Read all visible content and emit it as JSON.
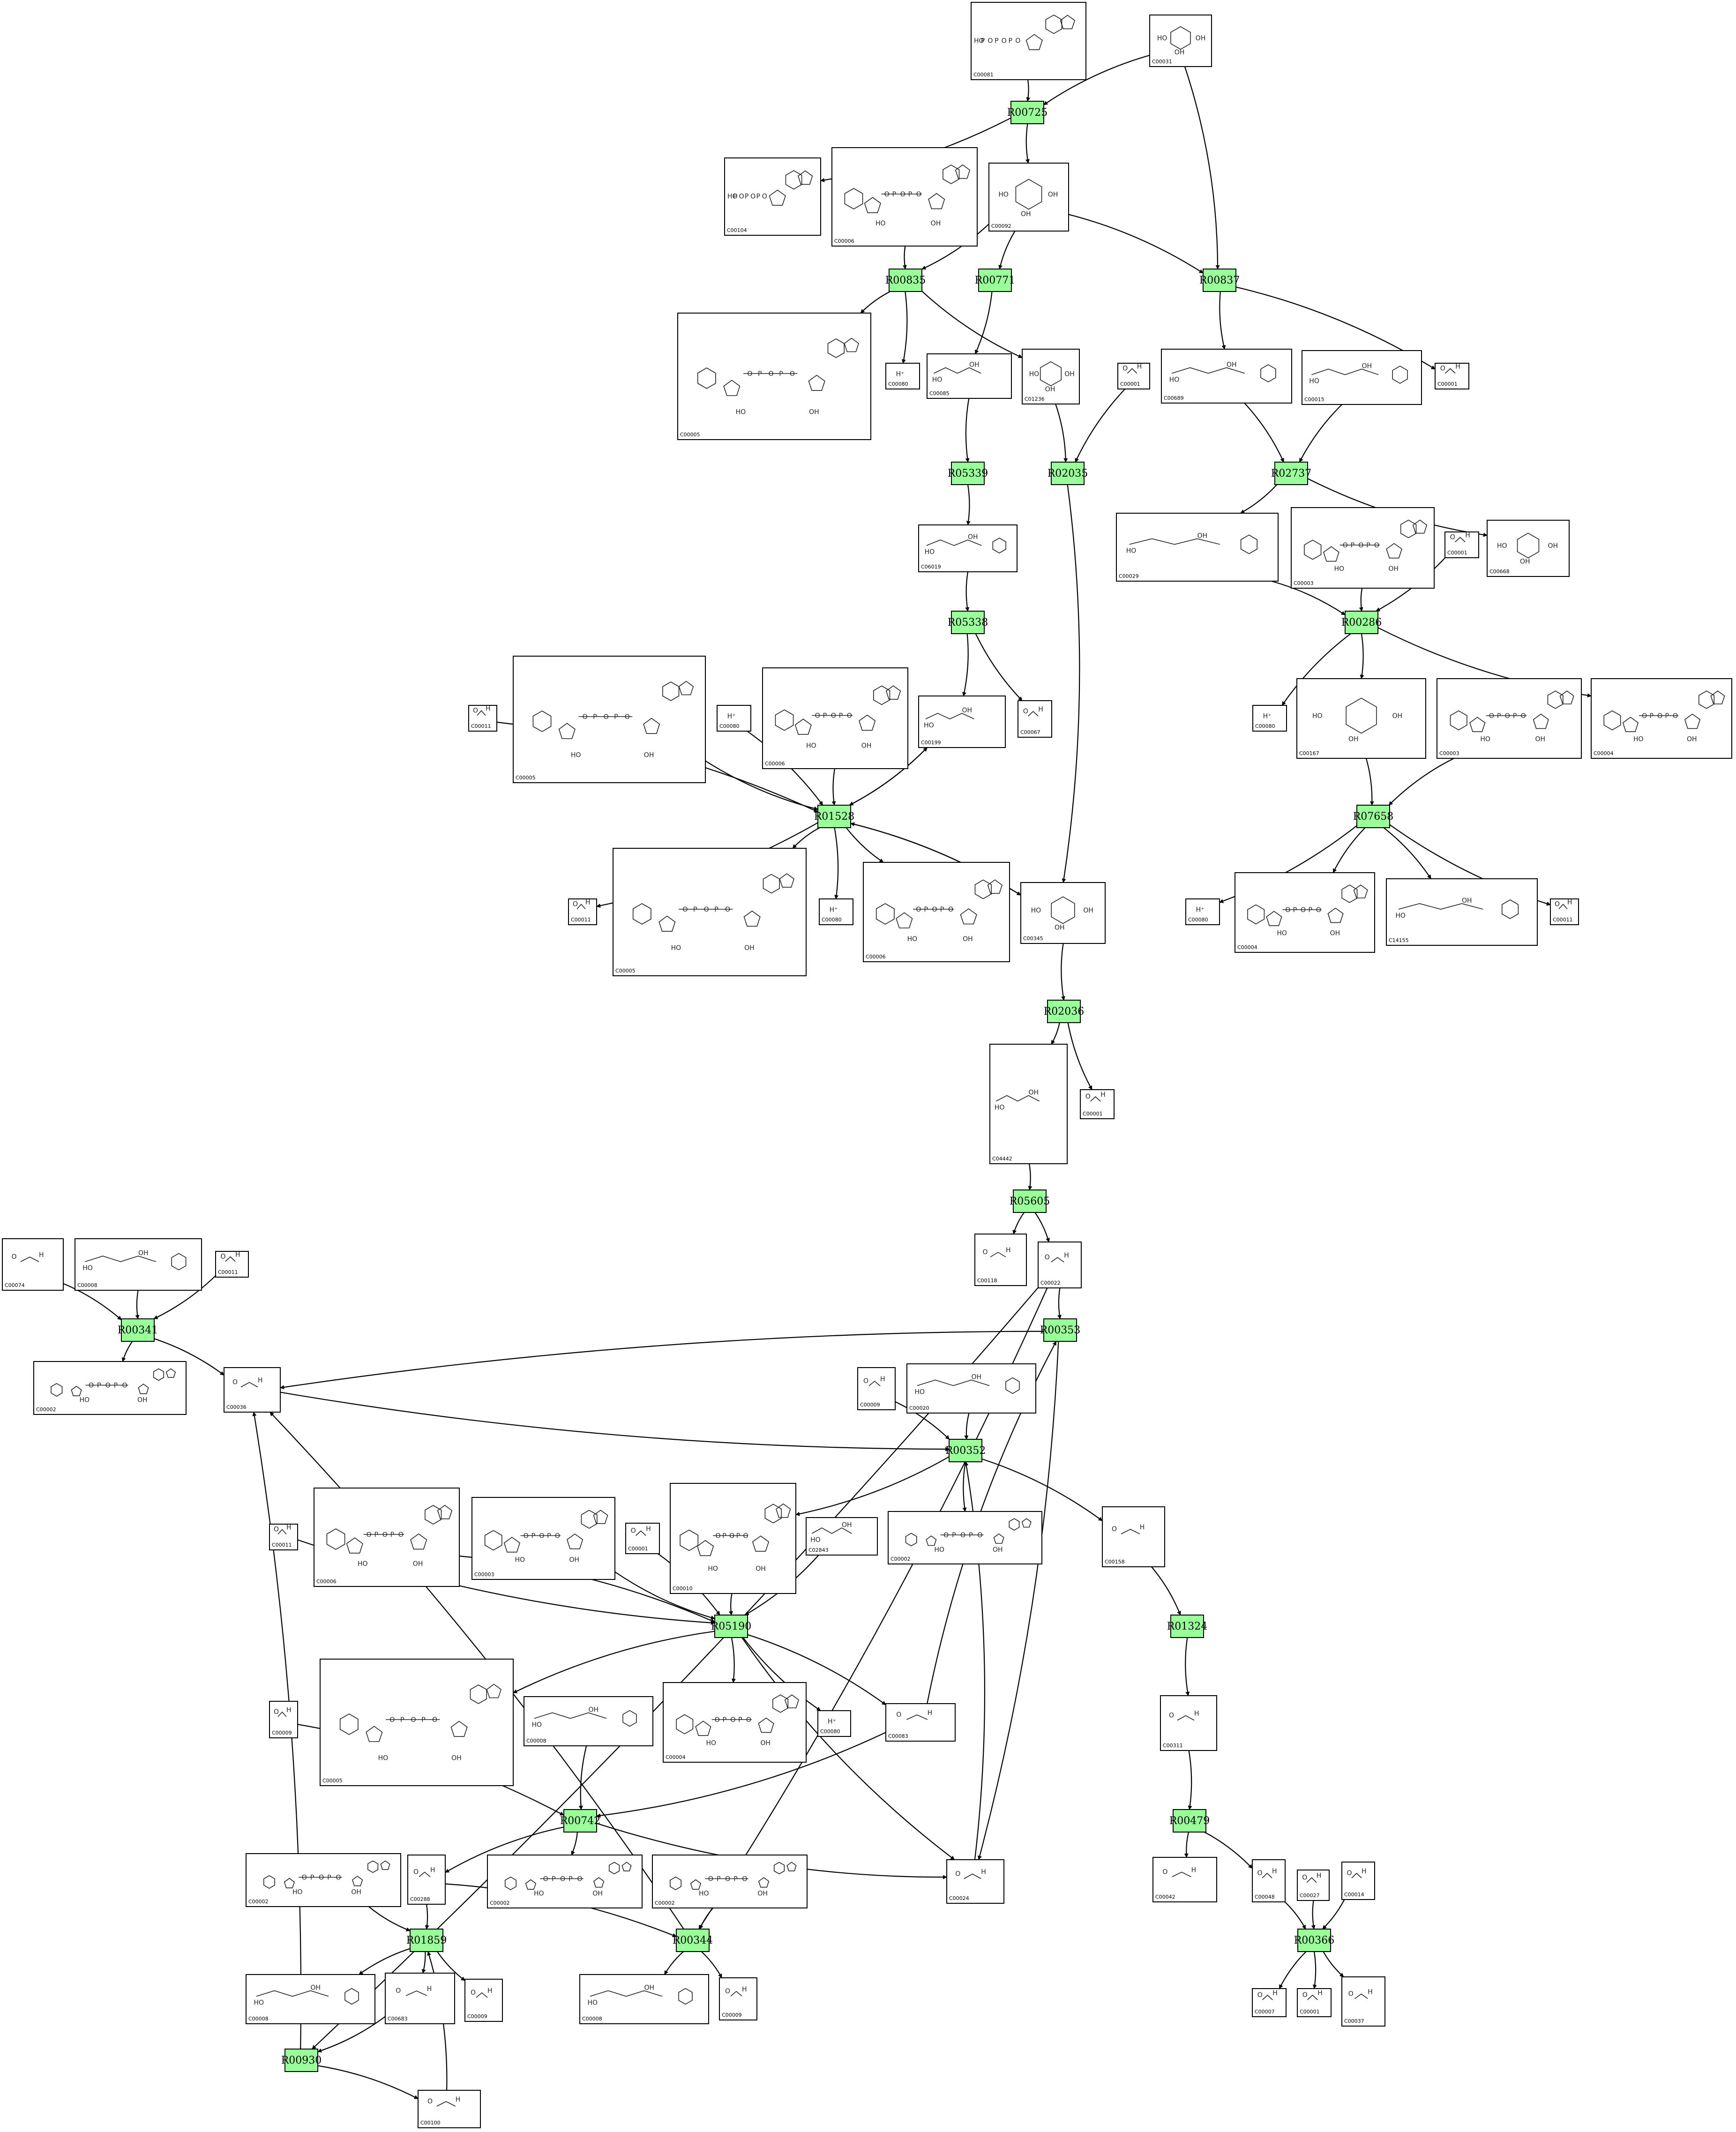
{
  "reactions": [
    {
      "id": "r-R00725",
      "label": "R00725"
    },
    {
      "id": "r-R00835",
      "label": "R00835"
    },
    {
      "id": "r-R00771",
      "label": "R00771"
    },
    {
      "id": "r-R00837",
      "label": "R00837"
    },
    {
      "id": "r-R05339",
      "label": "R05339"
    },
    {
      "id": "r-R02035",
      "label": "R02035"
    },
    {
      "id": "r-R02737",
      "label": "R02737"
    },
    {
      "id": "r-R05338",
      "label": "R05338"
    },
    {
      "id": "r-R00286",
      "label": "R00286"
    },
    {
      "id": "r-R01528",
      "label": "R01528"
    },
    {
      "id": "r-R07658",
      "label": "R07658"
    },
    {
      "id": "r-R02036",
      "label": "R02036"
    },
    {
      "id": "r-R05605",
      "label": "R05605"
    },
    {
      "id": "r-R00341",
      "label": "R00341"
    },
    {
      "id": "r-R00353",
      "label": "R00353"
    },
    {
      "id": "r-R00352",
      "label": "R00352"
    },
    {
      "id": "r-R01324",
      "label": "R01324"
    },
    {
      "id": "r-R05190",
      "label": "R05190"
    },
    {
      "id": "r-R00742",
      "label": "R00742"
    },
    {
      "id": "r-R00479",
      "label": "R00479"
    },
    {
      "id": "r-R01859",
      "label": "R01859"
    },
    {
      "id": "r-R00344",
      "label": "R00344"
    },
    {
      "id": "r-R00366",
      "label": "R00366"
    },
    {
      "id": "r-R00930",
      "label": "R00930"
    }
  ],
  "compounds": [
    {
      "id": "c1",
      "label": "C00081"
    },
    {
      "id": "c2",
      "label": "C00031"
    },
    {
      "id": "c3",
      "label": "C00104"
    },
    {
      "id": "c4",
      "label": "C00006"
    },
    {
      "id": "c5",
      "label": "C00092"
    },
    {
      "id": "c6",
      "label": "C00005"
    },
    {
      "id": "c7",
      "label": "C00080"
    },
    {
      "id": "c8",
      "label": "C00085"
    },
    {
      "id": "c9",
      "label": "C01236"
    },
    {
      "id": "c10",
      "label": "C00001"
    },
    {
      "id": "c11",
      "label": "C00689"
    },
    {
      "id": "c12",
      "label": "C00015"
    },
    {
      "id": "c13",
      "label": "C00001"
    },
    {
      "id": "c14",
      "label": "C06019"
    },
    {
      "id": "c15",
      "label": "C00029"
    },
    {
      "id": "c16",
      "label": "C00003"
    },
    {
      "id": "c17",
      "label": "C00001"
    },
    {
      "id": "c18",
      "label": "C00668"
    },
    {
      "id": "c19",
      "label": "C00011"
    },
    {
      "id": "c20",
      "label": "C00005"
    },
    {
      "id": "c21",
      "label": "C00080"
    },
    {
      "id": "c22",
      "label": "C00006"
    },
    {
      "id": "c23",
      "label": "C00199"
    },
    {
      "id": "c24",
      "label": "C00067"
    },
    {
      "id": "c25",
      "label": "C00080"
    },
    {
      "id": "c26",
      "label": "C00167"
    },
    {
      "id": "c27",
      "label": "C00003"
    },
    {
      "id": "c28",
      "label": "C00004"
    },
    {
      "id": "c29",
      "label": "C00011"
    },
    {
      "id": "c30",
      "label": "C00005"
    },
    {
      "id": "c31",
      "label": "C00080"
    },
    {
      "id": "c32",
      "label": "C00006"
    },
    {
      "id": "c33",
      "label": "C00345"
    },
    {
      "id": "c34",
      "label": "C00080"
    },
    {
      "id": "c35",
      "label": "C00004"
    },
    {
      "id": "c36",
      "label": "C14155"
    },
    {
      "id": "c37",
      "label": "C00011"
    },
    {
      "id": "c38",
      "label": "C04442"
    },
    {
      "id": "c39",
      "label": "C00001"
    },
    {
      "id": "c40",
      "label": "C00118"
    },
    {
      "id": "c41",
      "label": "C00022"
    },
    {
      "id": "c42",
      "label": "C00074"
    },
    {
      "id": "c43",
      "label": "C00008"
    },
    {
      "id": "c44",
      "label": "C00011"
    },
    {
      "id": "c45",
      "label": "C00002"
    },
    {
      "id": "c46",
      "label": "C00036"
    },
    {
      "id": "c47",
      "label": "C00009"
    },
    {
      "id": "c48",
      "label": "C00020"
    },
    {
      "id": "c49",
      "label": "C00011"
    },
    {
      "id": "c50",
      "label": "C00006"
    },
    {
      "id": "c51",
      "label": "C00003"
    },
    {
      "id": "c52",
      "label": "C00001"
    },
    {
      "id": "c53",
      "label": "C00010"
    },
    {
      "id": "c54",
      "label": "C02843"
    },
    {
      "id": "c55",
      "label": "C00002"
    },
    {
      "id": "c56",
      "label": "C00158"
    },
    {
      "id": "c57",
      "label": "C00005"
    },
    {
      "id": "c58",
      "label": "C00009"
    },
    {
      "id": "c59",
      "label": "C00008"
    },
    {
      "id": "c60",
      "label": "C00004"
    },
    {
      "id": "c61",
      "label": "C00080"
    },
    {
      "id": "c62",
      "label": "C00083"
    },
    {
      "id": "c63",
      "label": "C00311"
    },
    {
      "id": "c64",
      "label": "C00002"
    },
    {
      "id": "c65",
      "label": "C00288"
    },
    {
      "id": "c66",
      "label": "C00002"
    },
    {
      "id": "c67",
      "label": "C00002"
    },
    {
      "id": "c68",
      "label": "C00024"
    },
    {
      "id": "c69",
      "label": "C00042"
    },
    {
      "id": "c70",
      "label": "C00048"
    },
    {
      "id": "c71",
      "label": "C00027"
    },
    {
      "id": "c72",
      "label": "C00014"
    },
    {
      "id": "c73",
      "label": "C00008"
    },
    {
      "id": "c74",
      "label": "C00683"
    },
    {
      "id": "c75",
      "label": "C00009"
    },
    {
      "id": "c76",
      "label": "C00008"
    },
    {
      "id": "c77",
      "label": "C00009"
    },
    {
      "id": "c78",
      "label": "C00007"
    },
    {
      "id": "c79",
      "label": "C00001"
    },
    {
      "id": "c80",
      "label": "C00037"
    },
    {
      "id": "c81",
      "label": "C00100"
    }
  ],
  "colors": {
    "reaction_fill": "#99ff99",
    "compound_fill": "#ffffff",
    "stroke": "#000000"
  }
}
